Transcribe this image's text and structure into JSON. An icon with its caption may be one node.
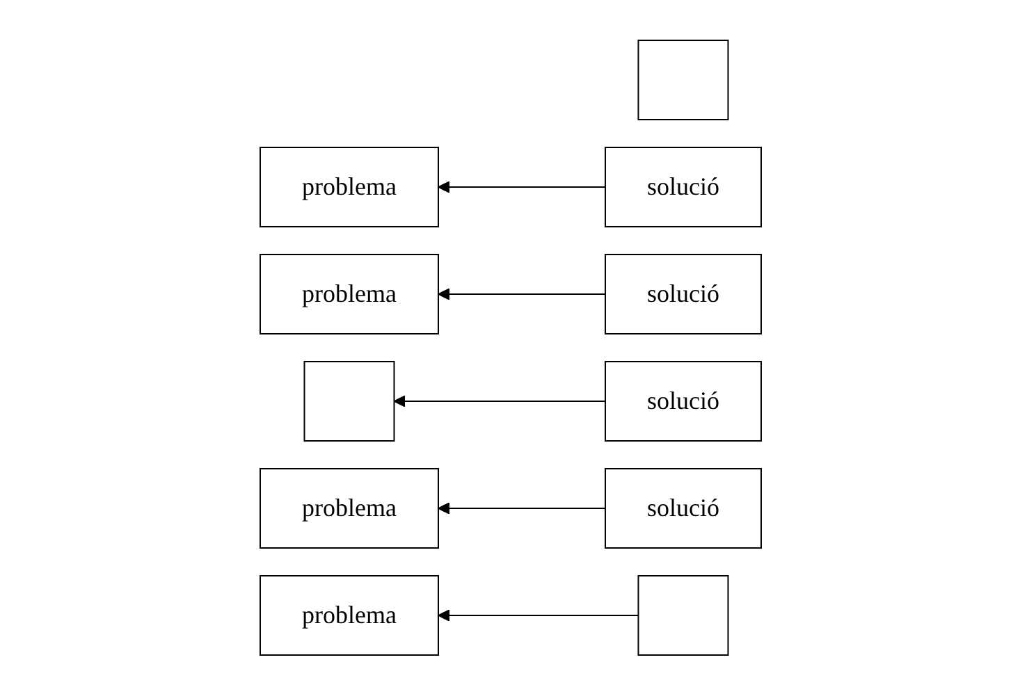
{
  "diagram": {
    "nodes": [
      {
        "text": [
          "problema"
        ]
      },
      {
        "text": [],
        "shape": "box"
      },
      {
        "text": [
          "solució"
        ]
      },
      {
        "text": [
          "problema"
        ]
      },
      {
        "text": [],
        "shape": "box"
      },
      {
        "text": [
          "solució"
        ]
      },
      {
        "text": [
          "solució"
        ]
      },
      {
        "text": [
          "problema"
        ]
      },
      {
        "text": [
          "problema"
        ]
      },
      {
        "text": [
          "solució"
        ]
      },
      {
        "text": [],
        "shape": "box"
      }
    ],
    "edges": [
      {
        "from": 2,
        "to": 0,
        "arrow": "to"
      },
      {
        "from": 5,
        "to": 3,
        "arrow": "to"
      },
      {
        "from": 6,
        "to": 4,
        "arrow": "to"
      },
      {
        "from": 9,
        "to": 7,
        "arrow": "to"
      },
      {
        "from": 10,
        "to": 8,
        "arrow": "to"
      }
    ]
  }
}
